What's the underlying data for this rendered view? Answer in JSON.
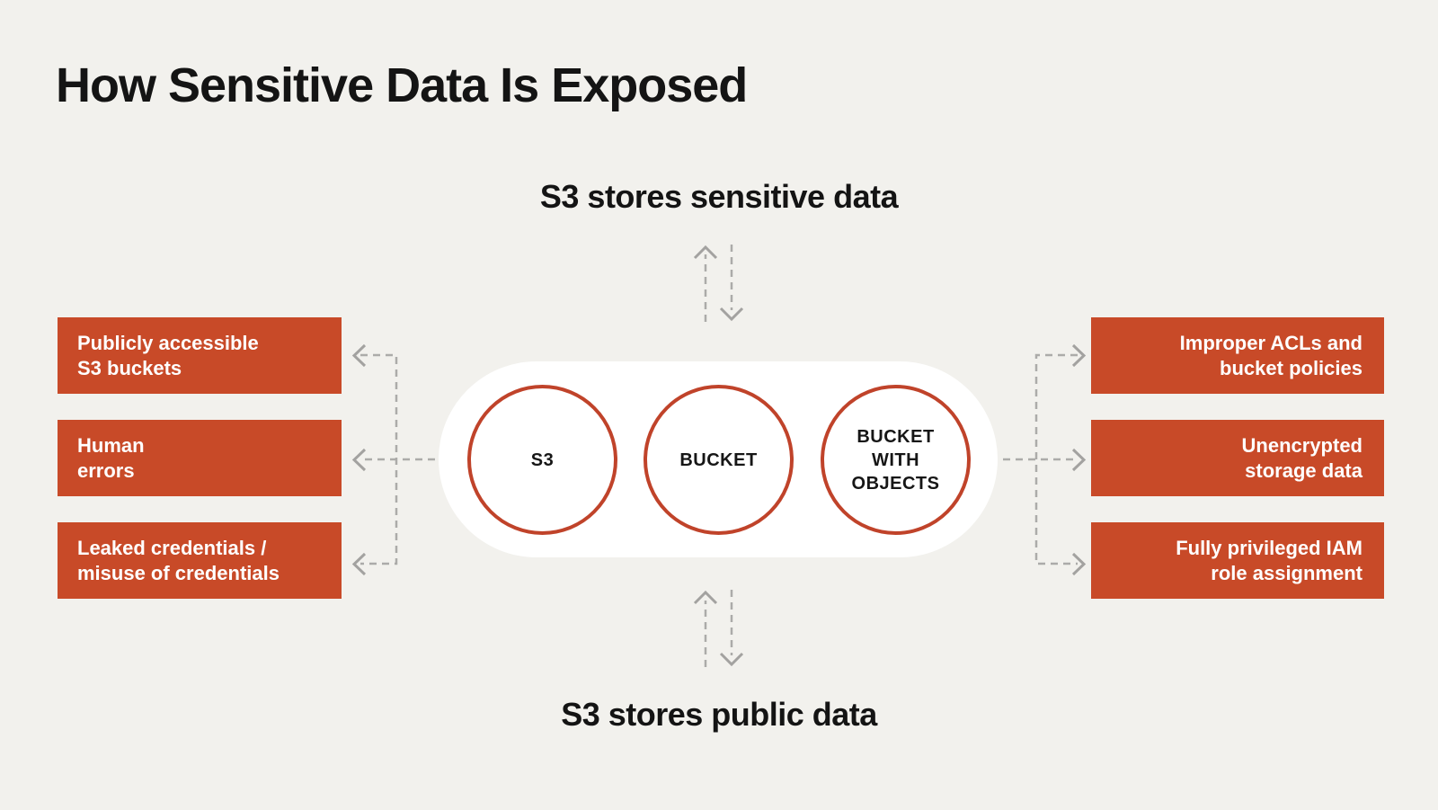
{
  "title": "How Sensitive Data Is Exposed",
  "flow_labels": {
    "top": "S3 stores sensitive data",
    "bottom": "S3 stores public data"
  },
  "left_boxes": [
    {
      "label": "Publicly accessible\nS3 buckets"
    },
    {
      "label": "Human\nerrors"
    },
    {
      "label": "Leaked credentials /\nmisuse of credentials"
    }
  ],
  "right_boxes": [
    {
      "label": "Improper ACLs and\nbucket policies"
    },
    {
      "label": "Unencrypted\nstorage data"
    },
    {
      "label": "Fully privileged IAM\nrole assignment"
    }
  ],
  "pill_circles": [
    {
      "label": "S3"
    },
    {
      "label": "BUCKET"
    },
    {
      "label": "BUCKET\nWITH\nOBJECTS"
    }
  ],
  "colors": {
    "background": "#F2F1ED",
    "box_red": "#C84A28",
    "circle_border_red": "#C0432A",
    "arrow_gray": "#ACABA9",
    "heading_text": "#141414",
    "box_text": "#FFFFFF",
    "pill_background": "#FFFFFF"
  }
}
